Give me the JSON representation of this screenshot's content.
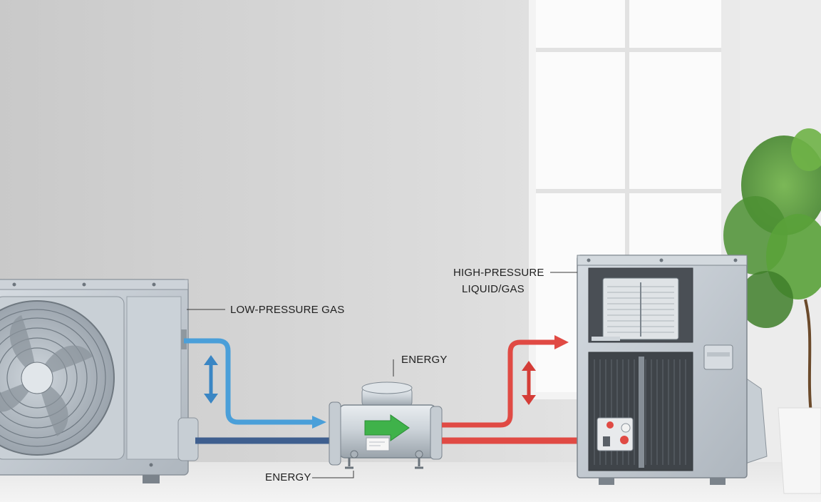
{
  "labels": {
    "low_pressure": "LOW-PRESSURE GAS",
    "high_pressure_line1": "HIGH-PRESSURE",
    "high_pressure_line2": "LIQUID/GAS",
    "energy_top": "ENERGY",
    "energy_bottom": "ENERGY"
  },
  "colors": {
    "low_pressure_line": "#4a9fd9",
    "return_line": "#3f5f8f",
    "high_pressure_line": "#e04a44",
    "flow_arrow": "#3fb24a"
  },
  "icons": {
    "outdoor_unit": "condenser-fan-unit-icon",
    "compressor": "compressor-icon",
    "indoor_unit": "air-handler-unit-icon",
    "plant": "potted-plant-icon",
    "window": "window-icon"
  }
}
